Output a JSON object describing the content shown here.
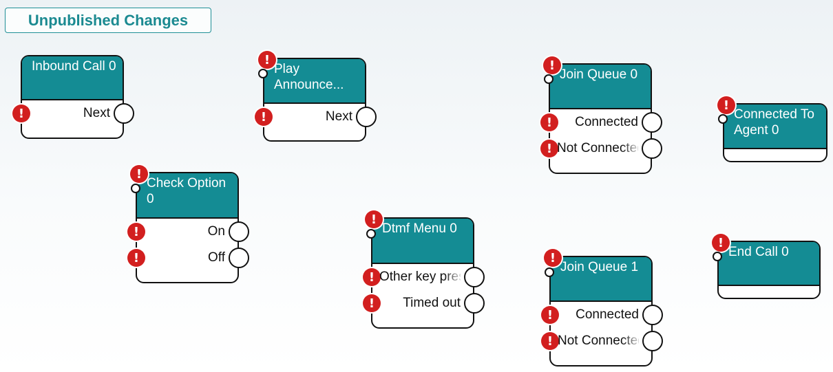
{
  "banner": {
    "label": "Unpublished Changes"
  },
  "colors": {
    "node_header": "#148c94",
    "error": "#d21f1f",
    "banner_text": "#1b8a91"
  },
  "icons": {
    "error": "exclamation-error-icon",
    "input_port": "input-port-circle",
    "output_port": "output-port-circle"
  },
  "nodes": {
    "inbound_call": {
      "title": "Inbound Call 0",
      "outputs": [
        "Next"
      ]
    },
    "play_announcement": {
      "title": "Play Announce...",
      "outputs": [
        "Next"
      ]
    },
    "join_queue_0": {
      "title": "Join Queue 0",
      "outputs": [
        "Connected",
        "Not Connected"
      ]
    },
    "connected_to_agent": {
      "title": "Connected To Agent 0",
      "outputs": []
    },
    "check_option": {
      "title": "Check Option 0",
      "outputs": [
        "On",
        "Off"
      ]
    },
    "dtmf_menu": {
      "title": "Dtmf Menu 0",
      "outputs": [
        "Other key pressed",
        "Timed out"
      ]
    },
    "join_queue_1": {
      "title": "Join Queue 1",
      "outputs": [
        "Connected",
        "Not Connected"
      ]
    },
    "end_call": {
      "title": "End Call 0",
      "outputs": []
    }
  }
}
